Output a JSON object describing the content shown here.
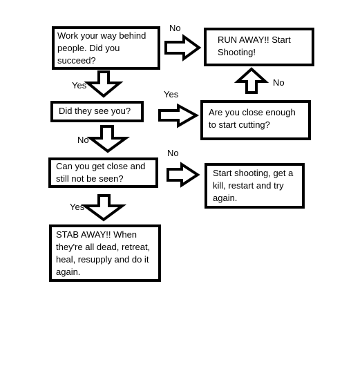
{
  "nodes": {
    "start": "Work your way behind people. Did you succeed?",
    "run_away": "RUN AWAY!! Start Shooting!",
    "seen_check": "Did they see you?",
    "close_enough": "Are you close enough to start cutting?",
    "get_close": "Can you get close and still not be seen?",
    "shoot_restart": "Start shooting, get a kill, restart and try again.",
    "stab": "STAB AWAY!! When they're all dead, retreat, heal, resupply and do it again."
  },
  "edges": {
    "start_to_run_away": "No",
    "start_to_seen_check": "Yes",
    "seen_check_to_close_enough": "Yes",
    "close_enough_to_run_away": "No",
    "seen_check_to_get_close": "No",
    "get_close_to_shoot_restart": "No",
    "get_close_to_stab": "Yes"
  },
  "colors": {
    "stroke": "#000000",
    "fill": "#ffffff"
  }
}
